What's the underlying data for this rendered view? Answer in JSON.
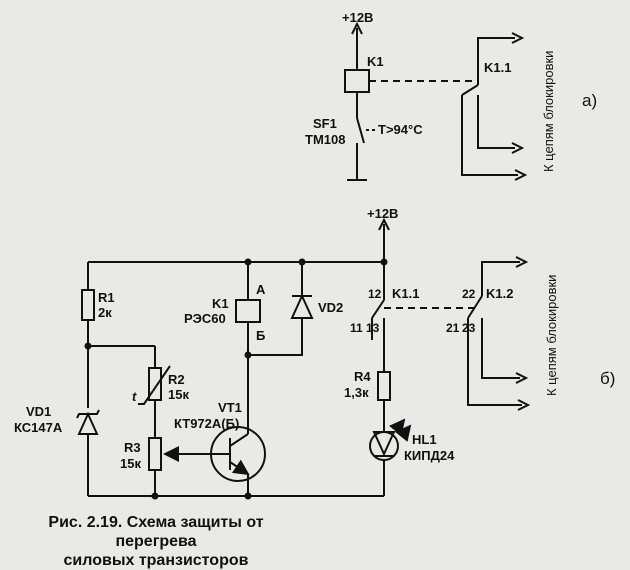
{
  "figure": {
    "caption_line1": "Рис. 2.19. Схема защиты от перегрева",
    "caption_line2": "силовых транзисторов"
  },
  "circuit_a": {
    "label": "а)",
    "supply": "+12В",
    "relay": "K1",
    "contact": "K1.1",
    "switch_ref": "SF1",
    "switch_type": "ТМ108",
    "switch_temp": "T>94°C",
    "output_label": "К цепям блокировки"
  },
  "circuit_b": {
    "label": "б)",
    "supply": "+12В",
    "r1_ref": "R1",
    "r1_val": "2к",
    "vd1_ref": "VD1",
    "vd1_type": "КС147А",
    "r2_ref": "R2",
    "r2_val": "15к",
    "r2_mark": "t",
    "r3_ref": "R3",
    "r3_val": "15к",
    "k1_ref": "K1",
    "k1_type": "РЭС60",
    "k1_pin_a": "А",
    "k1_pin_b": "Б",
    "vd2_ref": "VD2",
    "vt1_ref": "VT1",
    "vt1_type": "КТ972А(Б)",
    "k11_ref": "K1.1",
    "k11_pin12": "12",
    "k11_pin11": "11",
    "k11_pin13": "13",
    "r4_ref": "R4",
    "r4_val": "1,3к",
    "hl1_ref": "HL1",
    "hl1_type": "КИПД24",
    "k12_ref": "K1.2",
    "k12_pin22": "22",
    "k12_pin21": "21",
    "k12_pin23": "23",
    "output_label": "К цепям блокировки"
  }
}
